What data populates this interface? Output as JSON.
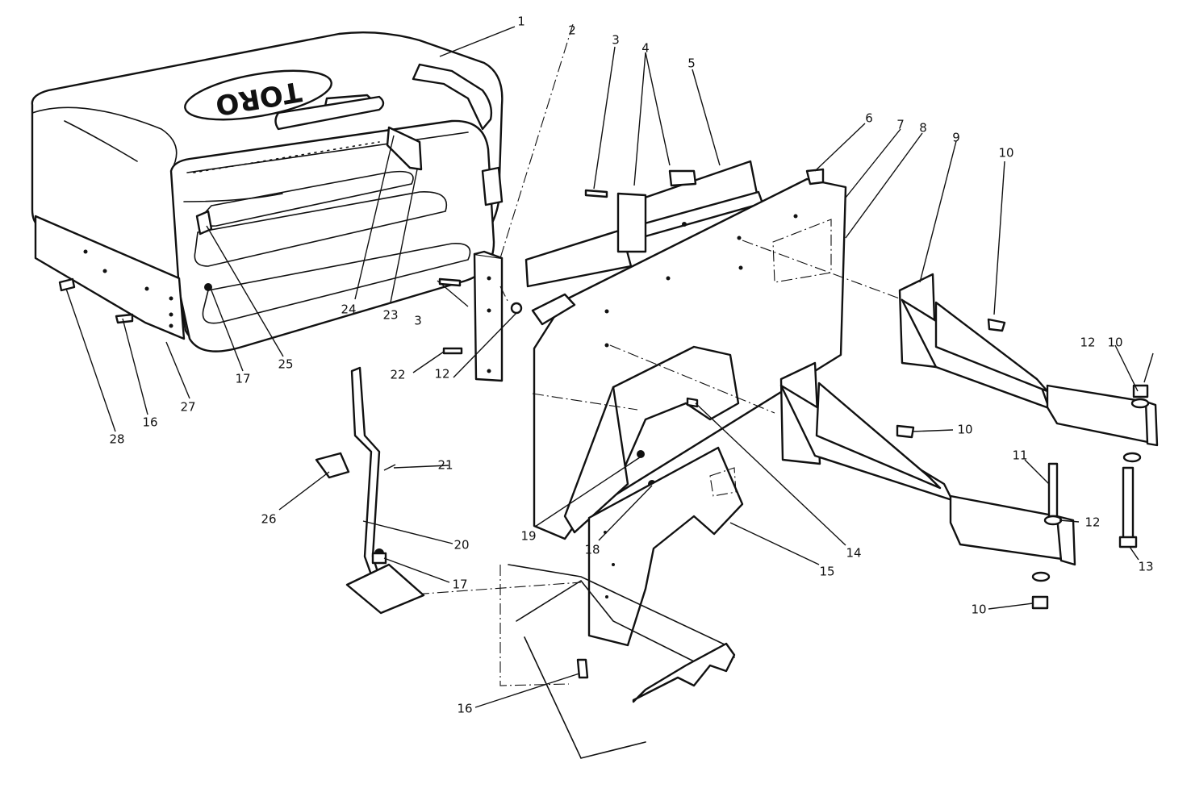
{
  "diagram": {
    "logo_text": "TORO",
    "callouts": [
      {
        "id": "c1",
        "text": "1"
      },
      {
        "id": "c2",
        "text": "2"
      },
      {
        "id": "c3a",
        "text": "3"
      },
      {
        "id": "c3b",
        "text": "3"
      },
      {
        "id": "c4",
        "text": "4"
      },
      {
        "id": "c5",
        "text": "5"
      },
      {
        "id": "c6",
        "text": "6"
      },
      {
        "id": "c7",
        "text": "7"
      },
      {
        "id": "c8",
        "text": "8"
      },
      {
        "id": "c9",
        "text": "9"
      },
      {
        "id": "c10a",
        "text": "10"
      },
      {
        "id": "c10b",
        "text": "10"
      },
      {
        "id": "c10c",
        "text": "10"
      },
      {
        "id": "c10d",
        "text": "10"
      },
      {
        "id": "c11",
        "text": "11"
      },
      {
        "id": "c12a",
        "text": "12"
      },
      {
        "id": "c12b",
        "text": "12"
      },
      {
        "id": "c12c",
        "text": "12"
      },
      {
        "id": "c13",
        "text": "13"
      },
      {
        "id": "c14",
        "text": "14"
      },
      {
        "id": "c15",
        "text": "15"
      },
      {
        "id": "c16a",
        "text": "16"
      },
      {
        "id": "c16b",
        "text": "16"
      },
      {
        "id": "c17a",
        "text": "17"
      },
      {
        "id": "c17b",
        "text": "17"
      },
      {
        "id": "c18",
        "text": "18"
      },
      {
        "id": "c19",
        "text": "19"
      },
      {
        "id": "c20",
        "text": "20"
      },
      {
        "id": "c21",
        "text": "21"
      },
      {
        "id": "c22",
        "text": "22"
      },
      {
        "id": "c23",
        "text": "23"
      },
      {
        "id": "c24",
        "text": "24"
      },
      {
        "id": "c25",
        "text": "25"
      },
      {
        "id": "c26",
        "text": "26"
      },
      {
        "id": "c27",
        "text": "27"
      },
      {
        "id": "c28",
        "text": "28"
      }
    ]
  }
}
